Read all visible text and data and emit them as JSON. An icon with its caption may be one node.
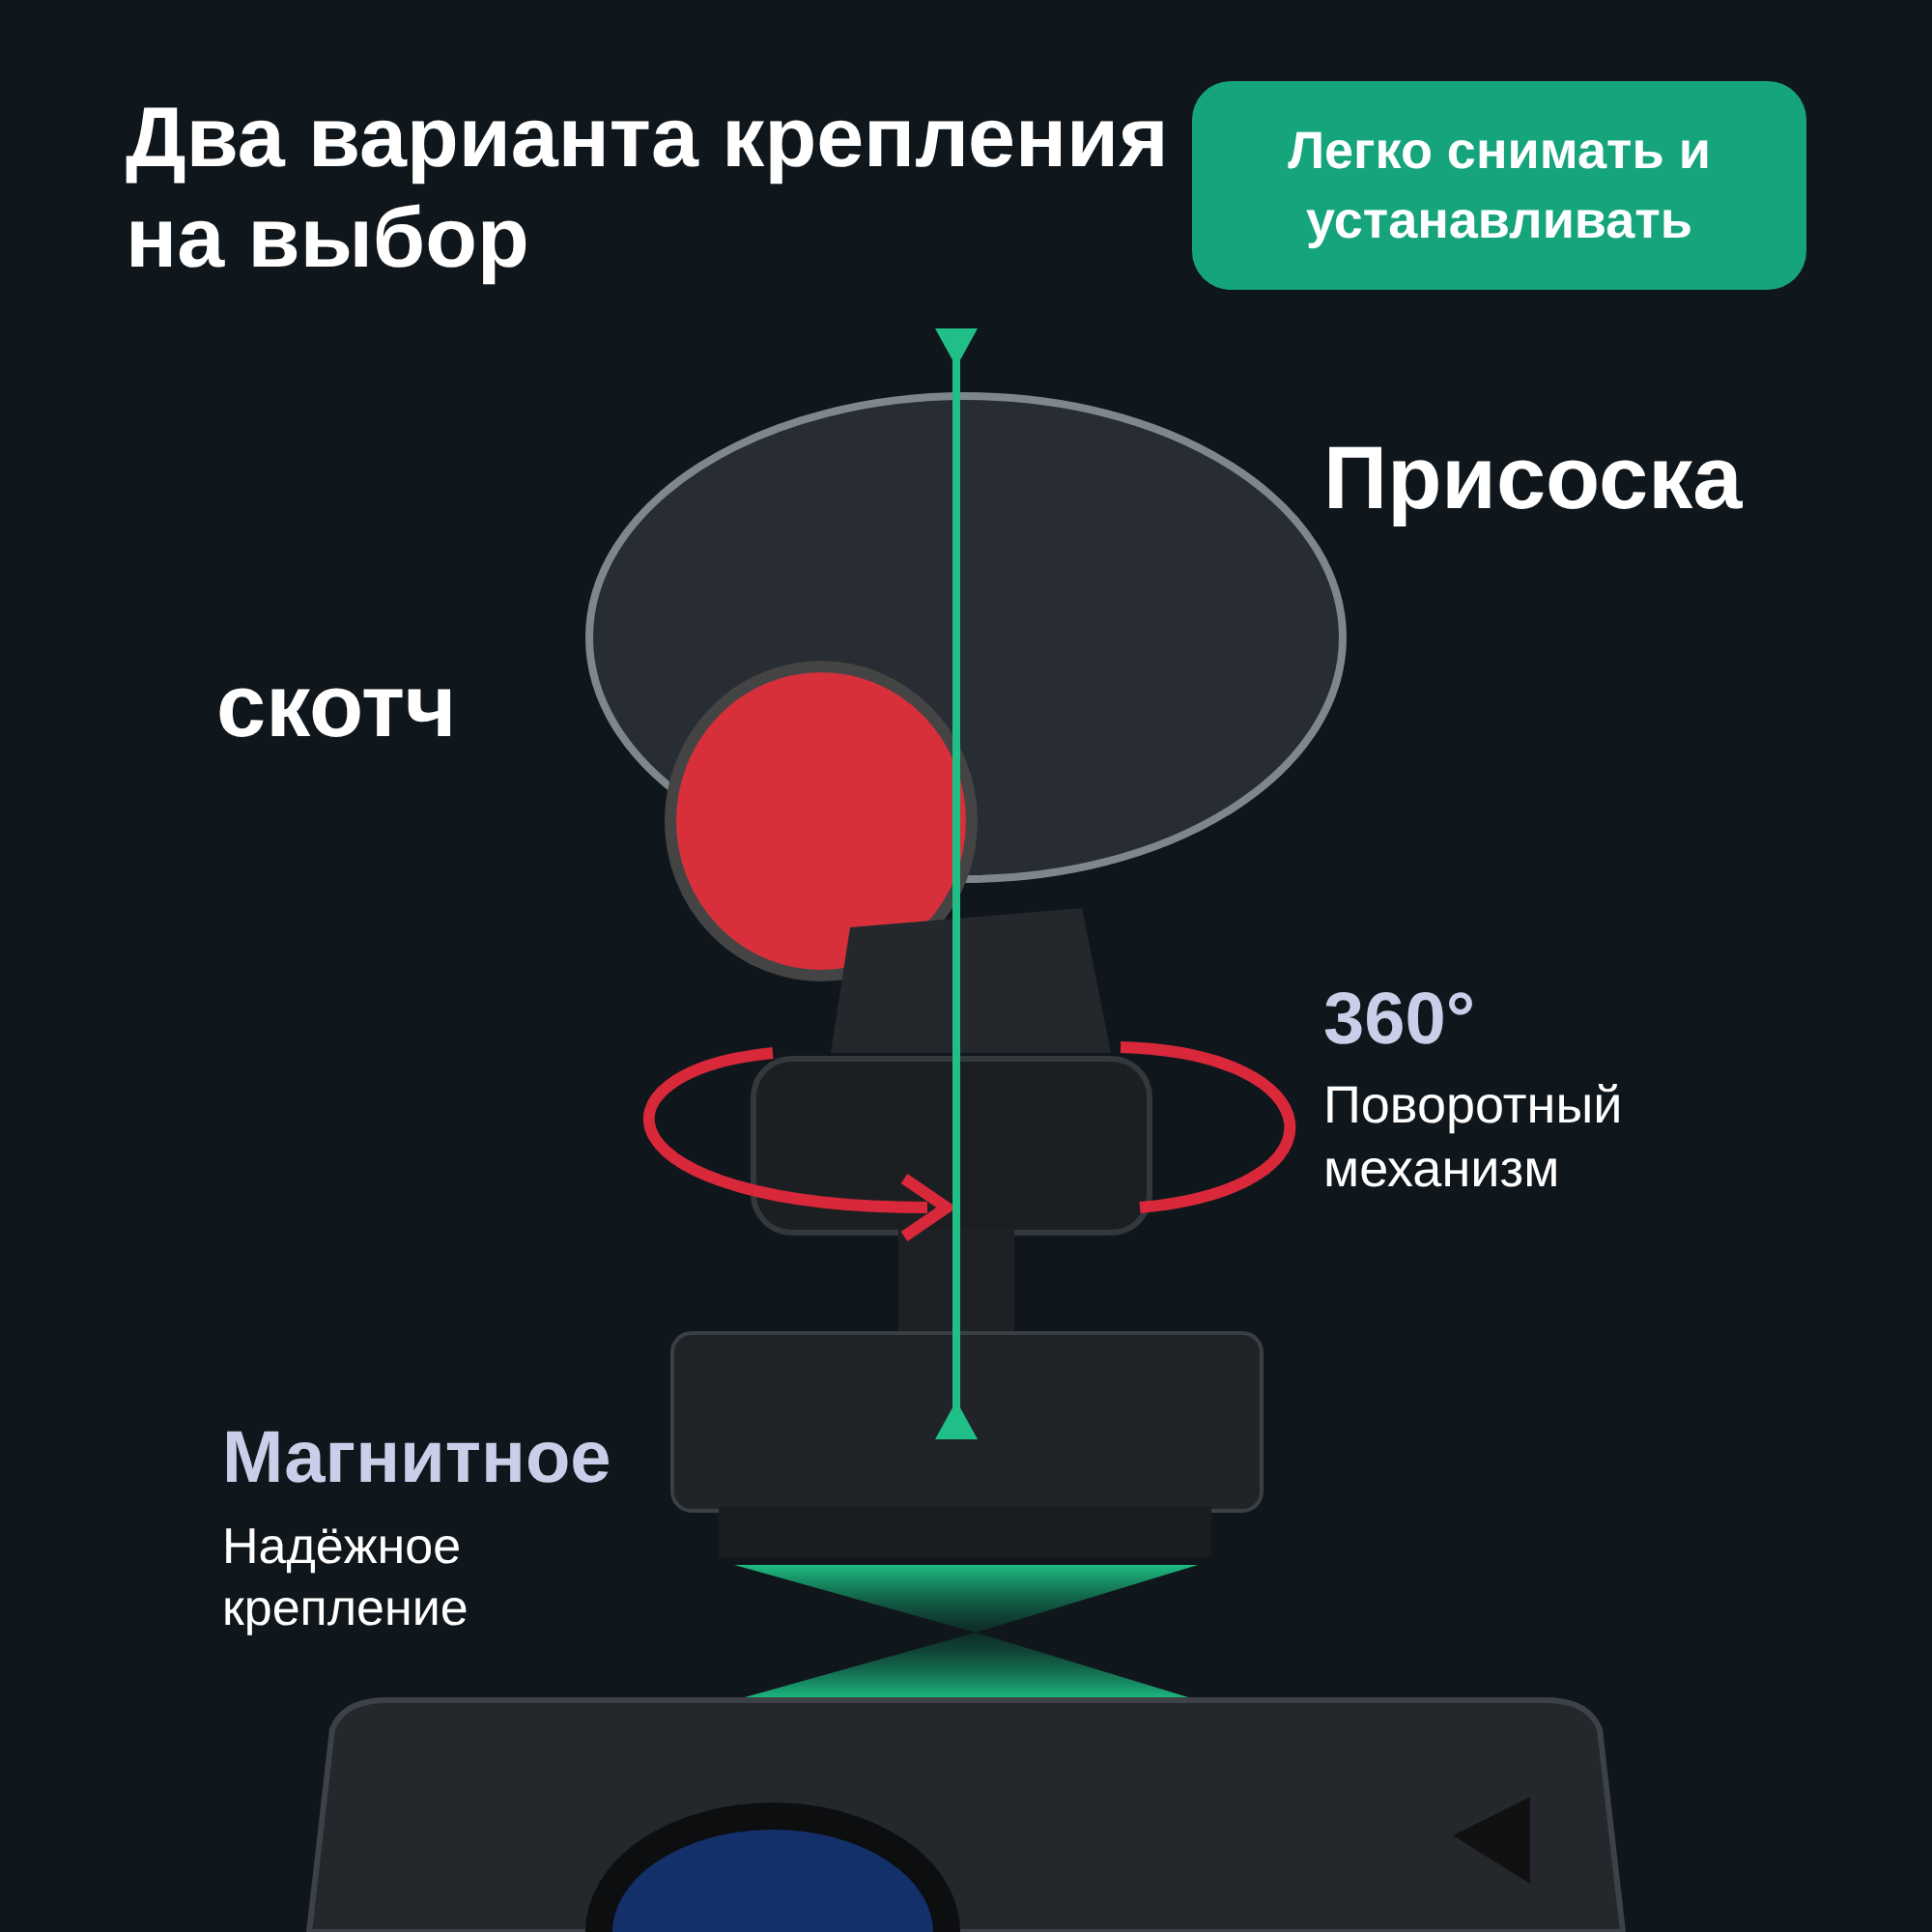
{
  "diagram": {
    "title": "Два варианта крепления на выбор",
    "nodes": [
      {
        "text": [
          "Легко снимать и устанавливать"
        ]
      }
    ],
    "labels": [
      "Присоска",
      "скотч",
      "360°",
      "Поворотный механизм",
      "Магнитное",
      "Надёжное крепление"
    ]
  }
}
